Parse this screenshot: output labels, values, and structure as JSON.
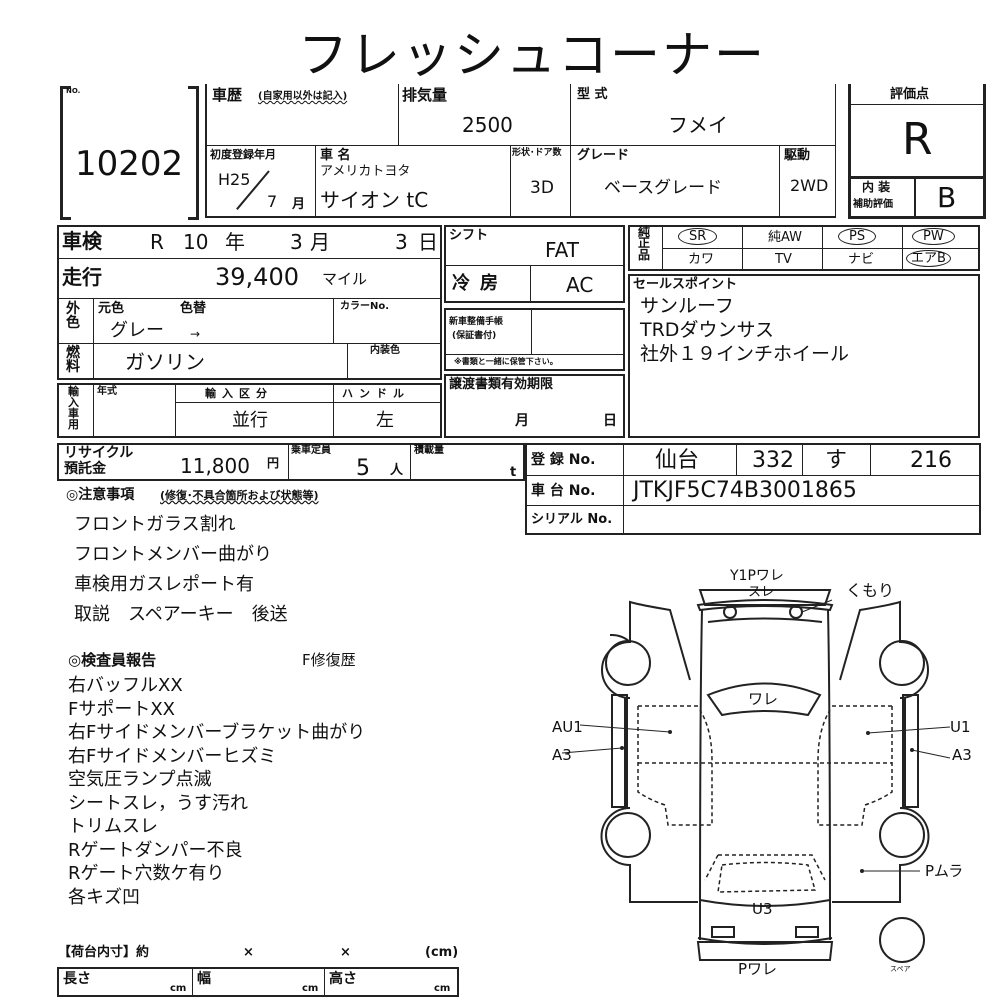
{
  "title": "フレッシュコーナー",
  "lot": {
    "no_label": "NO.",
    "number": "10202"
  },
  "history": {
    "label": "車歴",
    "note": "(自家用以外は記入)"
  },
  "displacement": {
    "label": "排気量",
    "value": "2500"
  },
  "model_code": {
    "label": "型 式",
    "value": "フメイ"
  },
  "first_reg": {
    "label": "初度登録年月",
    "year": "H25",
    "month": "7",
    "month_unit": "月"
  },
  "car_name": {
    "label": "車 名",
    "maker": "アメリカトヨタ",
    "name": "サイオン tC"
  },
  "body": {
    "label": "形状･ドア数",
    "value": "3D"
  },
  "grade": {
    "label": "グレード",
    "value": "ベースグレード"
  },
  "drive": {
    "label": "駆動",
    "value": "2WD"
  },
  "score": {
    "label": "評価点",
    "value": "R",
    "interior_label1": "内 装",
    "interior_label2": "補助評価",
    "interior_value": "B"
  },
  "inspection": {
    "label": "車検",
    "era": "R",
    "year": "10",
    "year_unit": "年",
    "month": "3",
    "month_unit": "月",
    "day": "3",
    "day_unit": "日"
  },
  "mileage": {
    "label": "走行",
    "value": "39,400",
    "unit": "マイル"
  },
  "color": {
    "side_label": "外色",
    "orig_label": "元色",
    "change_label": "色替",
    "value": "グレー",
    "arrow": "→",
    "color_no_label": "カラーNo."
  },
  "fuel": {
    "label": "燃料",
    "value": "ガソリン",
    "interior_color_label": "内装色"
  },
  "import": {
    "label": "輸入車用",
    "year_label": "年式",
    "type_label": "輸入区分",
    "type_value": "並行",
    "handle_label": "ハンドル",
    "handle_value": "左"
  },
  "shift": {
    "label": "シフト",
    "value": "FAT"
  },
  "ac": {
    "label": "冷房",
    "value": "AC"
  },
  "manual": {
    "label1": "新車整備手帳",
    "label2": "(保証書付)",
    "note": "※書類と一緒に保管下さい。"
  },
  "transfer": {
    "label": "譲渡書類有効期限",
    "month_unit": "月",
    "day_unit": "日"
  },
  "genuine": {
    "label": "純正品",
    "items": [
      "SR",
      "純AW",
      "PS",
      "PW",
      "カワ",
      "TV",
      "ナビ",
      "エアB"
    ]
  },
  "sales_points": {
    "label": "セールスポイント",
    "items": [
      "サンルーフ",
      "TRDダウンサス",
      "社外１９インチホイール"
    ]
  },
  "recycle": {
    "label1": "リサイクル",
    "label2": "預託金",
    "value": "11,800",
    "unit": "円"
  },
  "capacity": {
    "label": "乗車定員",
    "value": "5",
    "unit": "人"
  },
  "load": {
    "label": "積載量",
    "unit": "t"
  },
  "registration": {
    "reg_label": "登 録 No.",
    "reg_area": "仙台",
    "reg_class": "332",
    "reg_kana": "す",
    "reg_num": "216",
    "chassis_label": "車 台 No.",
    "chassis_value": "JTKJF5C74B3001865",
    "serial_label": "シリアル No."
  },
  "notes": {
    "label": "◎注意事項",
    "sub": "(修復･不具合箇所および状態等)",
    "items": [
      "フロントガラス割れ",
      "フロントメンバー曲がり",
      "車検用ガスレポート有",
      "取説　スペアーキー　後送"
    ]
  },
  "inspector": {
    "label": "◎検査員報告",
    "repair": "F修復歴",
    "items": [
      "右バッフルXX",
      "FサポートXX",
      "右Fサイドメンバーブラケット曲がり",
      "右Fサイドメンバーヒズミ",
      "空気圧ランプ点滅",
      "シートスレ，うす汚れ",
      "トリムスレ",
      "Rゲートダンパー不良",
      "Rゲート穴数ケ有り",
      "各キズ凹"
    ]
  },
  "cargo": {
    "label": "【荷台内寸】約",
    "x": "×",
    "unit_label": "(cm)",
    "length": "長さ",
    "width": "幅",
    "height": "高さ",
    "cm": "cm"
  },
  "diagram": {
    "front_top": "Y1Pワレ",
    "front_sub": "スレ",
    "light": "くもり",
    "windshield": "ワレ",
    "left_door": "AU1",
    "left_sill": "A3",
    "right_door": "U1",
    "right_sill": "A3",
    "right_rear": "Pムラ",
    "rear": "U3",
    "rear_bumper": "Pワレ",
    "spare": "スペア"
  }
}
